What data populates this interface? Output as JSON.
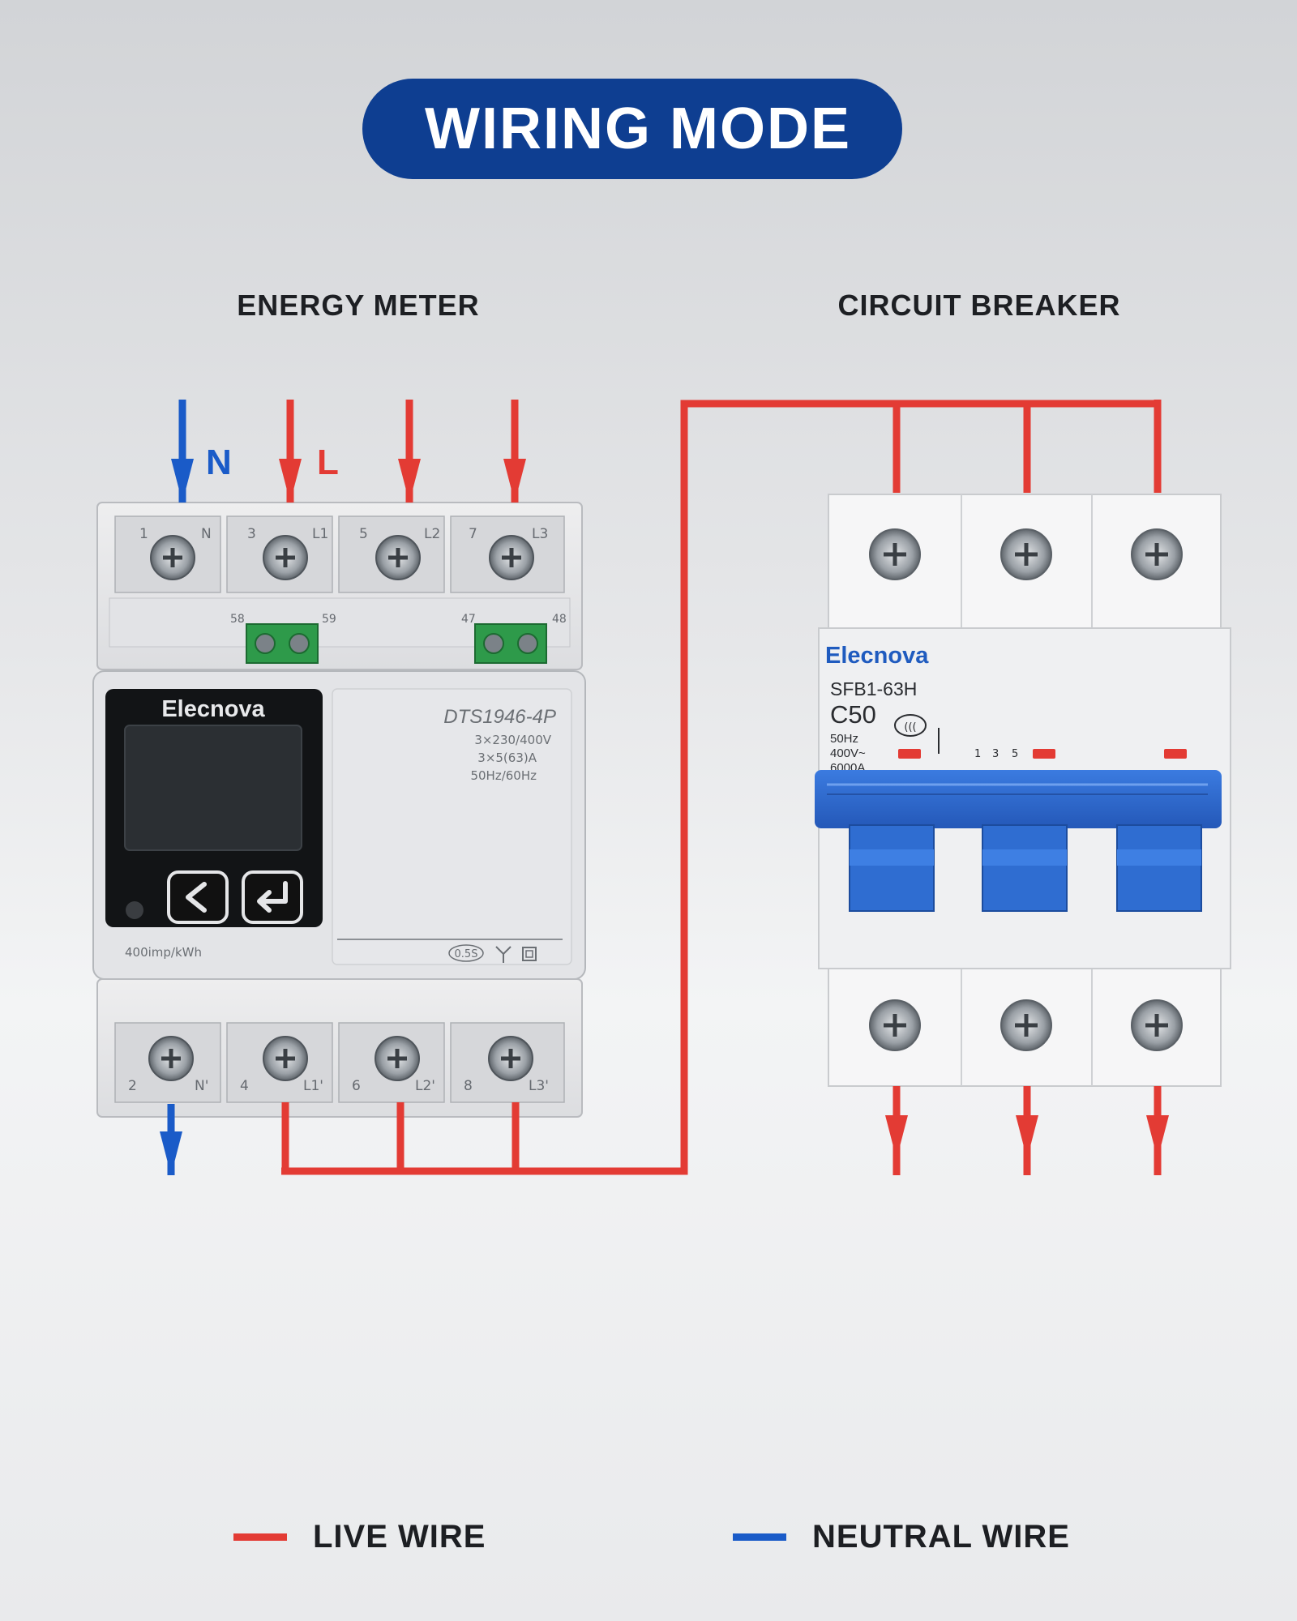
{
  "title": "WIRING MODE",
  "colors": {
    "title_bg": "#0e3e91",
    "live": "#e33b34",
    "neutral": "#1a5bc8",
    "breaker_blue": "#2f6dd1",
    "text": "#1d1f23"
  },
  "energy_meter": {
    "heading": "ENERGY METER",
    "input_labels": {
      "neutral": "N",
      "live": "L"
    },
    "brand": "Elecnova",
    "model": "DTS1946-4P",
    "spec_voltage": "3×230/400V",
    "spec_current": "3×5(63)A",
    "spec_freq": "50Hz/60Hz",
    "pulse_constant": "400imp/kWh",
    "accuracy": "0.5S",
    "top_terminals": [
      {
        "number": "1",
        "label": "N"
      },
      {
        "number": "3",
        "label": "L1"
      },
      {
        "number": "5",
        "label": "L2"
      },
      {
        "number": "7",
        "label": "L3"
      }
    ],
    "aux_terminals": [
      "58",
      "59",
      "47",
      "48"
    ],
    "bottom_terminals": [
      {
        "number": "2",
        "label": "N'"
      },
      {
        "number": "4",
        "label": "L1'"
      },
      {
        "number": "6",
        "label": "L2'"
      },
      {
        "number": "8",
        "label": "L3'"
      }
    ],
    "buttons": [
      {
        "icon": "chevron-left-icon"
      },
      {
        "icon": "enter-icon"
      }
    ]
  },
  "circuit_breaker": {
    "heading": "CIRCUIT BREAKER",
    "brand": "Elecnova",
    "model": "SFB1-63H",
    "rating": "C50",
    "freq": "50Hz",
    "voltage": "400V~",
    "breaking_capacity": "6000A",
    "pole_marks": [
      "1",
      "3",
      "5"
    ],
    "poles": 3
  },
  "legend": [
    {
      "label": "LIVE WIRE",
      "color": "#e33b34"
    },
    {
      "label": "NEUTRAL WIRE",
      "color": "#1a5bc8"
    }
  ]
}
